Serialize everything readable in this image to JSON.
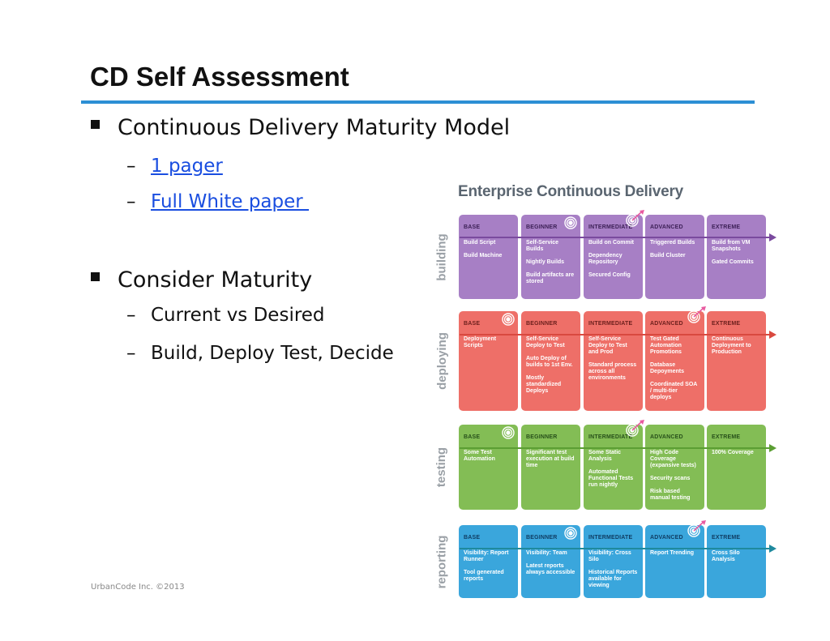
{
  "slide": {
    "title": "CD Self Assessment",
    "footer": "UrbanCode Inc. ©2013"
  },
  "bullets": [
    {
      "text": "Continuous Delivery Maturity Model",
      "sub": [
        {
          "text": "1 pager",
          "link": true
        },
        {
          "text": "Full White paper ",
          "link": true
        }
      ]
    },
    {
      "text": "Consider Maturity",
      "sub": [
        {
          "text": "Current vs Desired",
          "link": false
        },
        {
          "text": "Build, Deploy Test, Decide",
          "link": false
        }
      ]
    }
  ],
  "model": {
    "title": "Enterprise Continuous Delivery",
    "levels": [
      "BASE",
      "BEGINNER",
      "INTERMEDIATE",
      "ADVANCED",
      "EXTREME"
    ],
    "rows": [
      {
        "name": "building",
        "color": "#a77fc5",
        "current_level": "BEGINNER",
        "target_level": "INTERMEDIATE",
        "cells": [
          [
            "Build Script",
            "Build Machine"
          ],
          [
            "Self-Service Builds",
            "Nightly Builds",
            "Build artifacts are stored"
          ],
          [
            "Build on Commit",
            "Dependency Repository",
            "Secured Config"
          ],
          [
            "Triggered Builds",
            "Build Cluster"
          ],
          [
            "Build from VM Snapshots",
            "Gated Commits"
          ]
        ]
      },
      {
        "name": "deploying",
        "color": "#ee6f68",
        "current_level": "BASE",
        "target_level": "ADVANCED",
        "cells": [
          [
            "Deployment Scripts"
          ],
          [
            "Self-Service Deploy to Test",
            "Auto Deploy of builds to 1st Env.",
            "Mostly standardized Deploys"
          ],
          [
            "Self-Service Deploy to Test and Prod",
            "Standard process across all environments"
          ],
          [
            "Test Gated Automation Promotions",
            "Database Depoyments",
            "Coordinated SOA / multi-tier deploys"
          ],
          [
            "Continuous Deployment to Production"
          ]
        ]
      },
      {
        "name": "testing",
        "color": "#83bd55",
        "current_level": "BASE",
        "target_level": "INTERMEDIATE",
        "cells": [
          [
            "Some Test Automation"
          ],
          [
            "Significant test execution at build time"
          ],
          [
            "Some Static Analysis",
            "Automated Functional Tests run nightly"
          ],
          [
            "High Code Coverage (expansive tests)",
            "Security scans",
            "Risk based manual testing"
          ],
          [
            "100% Coverage"
          ]
        ]
      },
      {
        "name": "reporting",
        "color": "#3aa6dc",
        "current_level": "BEGINNER",
        "target_level": "ADVANCED",
        "cells": [
          [
            "Visibility: Report Runner",
            "Tool generated reports"
          ],
          [
            "Visibility: Team",
            "Latest reports always accessible"
          ],
          [
            "Visibility: Cross Silo",
            "Historical Reports available for viewing"
          ],
          [
            "Report Trending"
          ],
          [
            "Cross Silo Analysis"
          ]
        ]
      }
    ]
  }
}
